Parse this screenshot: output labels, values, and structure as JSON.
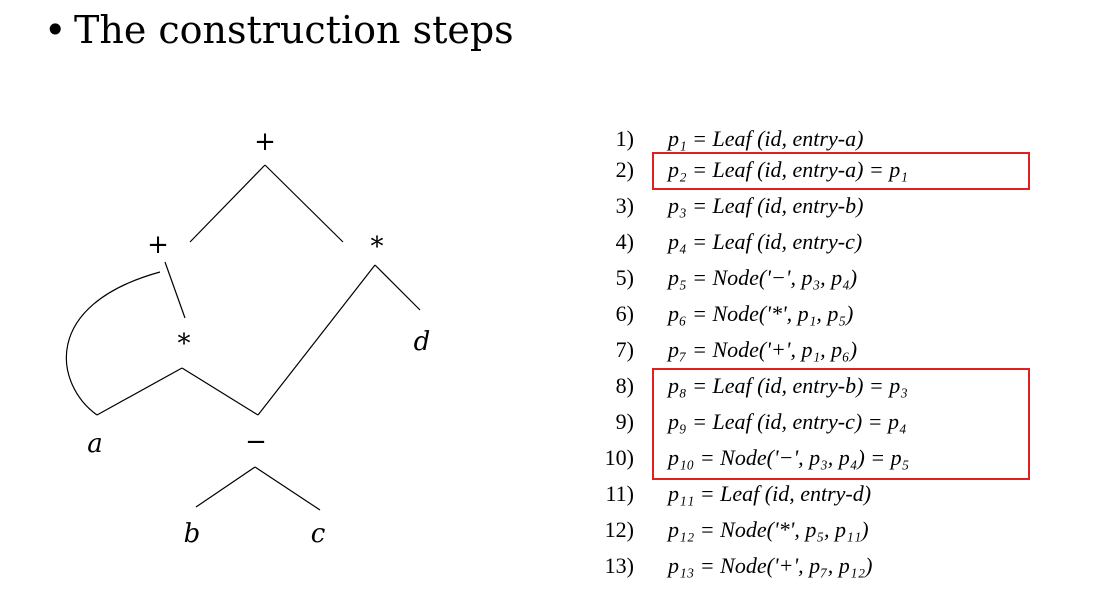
{
  "heading": {
    "bullet": "•",
    "text": "The construction steps"
  },
  "dag": {
    "nodes": {
      "root_plus": "+",
      "inner_plus": "+",
      "right_times": "*",
      "inner_times": "*",
      "minus": "−",
      "a": "a",
      "b": "b",
      "c": "c",
      "d": "d"
    }
  },
  "steps": [
    {
      "num": "1)",
      "expr": "p₁ = Leaf (id, entry-a)"
    },
    {
      "num": "2)",
      "expr": "p₂ = Leaf (id, entry-a) = p₁"
    },
    {
      "num": "3)",
      "expr": "p₃ = Leaf (id, entry-b)"
    },
    {
      "num": "4)",
      "expr": "p₄ = Leaf (id, entry-c)"
    },
    {
      "num": "5)",
      "expr": "p₅ = Node('−', p₃, p₄)"
    },
    {
      "num": "6)",
      "expr": "p₆ = Node('*', p₁, p₅)"
    },
    {
      "num": "7)",
      "expr": "p₇ = Node('+', p₁, p₆)"
    },
    {
      "num": "8)",
      "expr": "p₈ = Leaf (id, entry-b) = p₃"
    },
    {
      "num": "9)",
      "expr": "p₉ = Leaf (id, entry-c) = p₄"
    },
    {
      "num": "10)",
      "expr": "p₁₀ = Node('−', p₃, p₄) = p₅"
    },
    {
      "num": "11)",
      "expr": "p₁₁ = Leaf (id, entry-d)"
    },
    {
      "num": "12)",
      "expr": "p₁₂ = Node('*', p₅, p₁₁)"
    },
    {
      "num": "13)",
      "expr": "p₁₃ = Node('+', p₇, p₁₂)"
    }
  ],
  "highlight_color": "#e02020"
}
